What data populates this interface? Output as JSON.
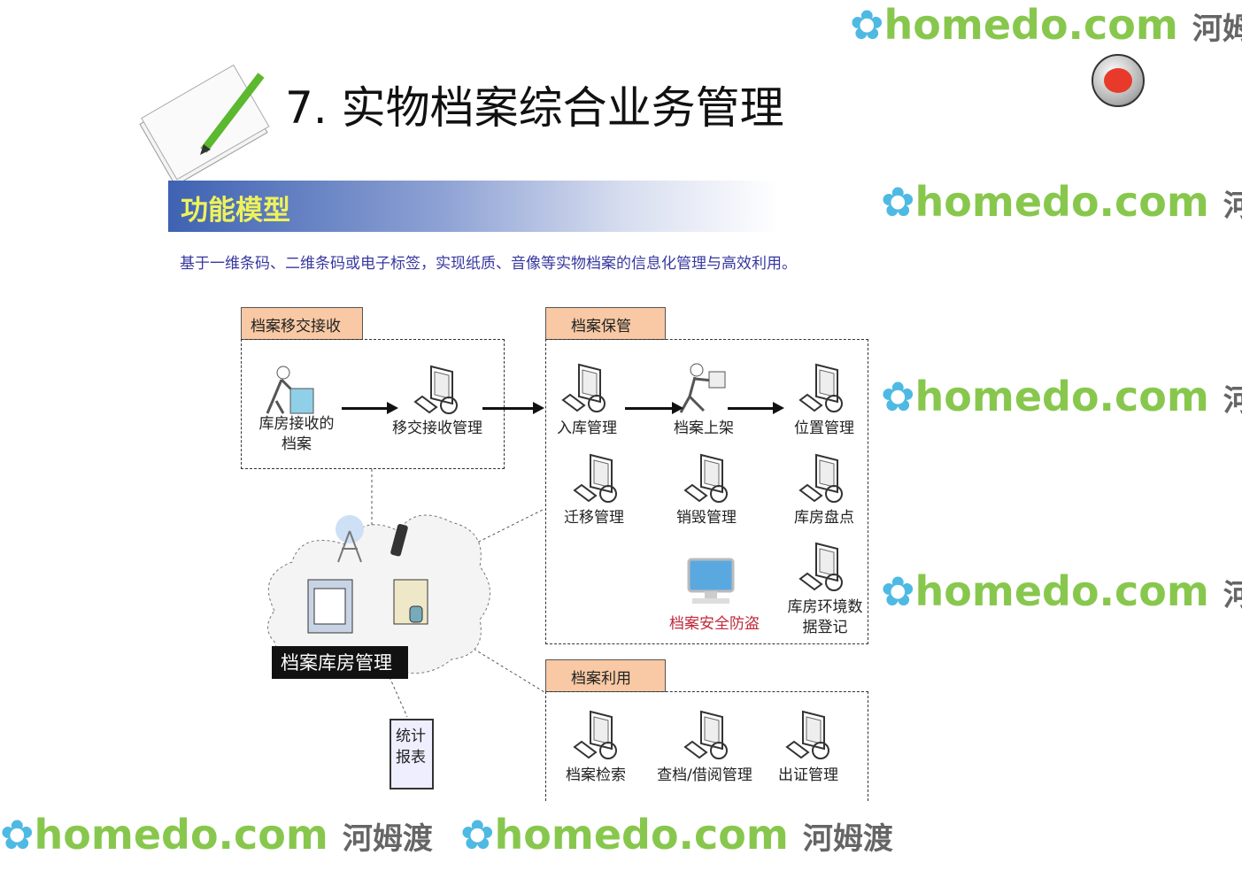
{
  "title": "7. 实物档案综合业务管理",
  "section_header": "功能模型",
  "subtitle": "基于一维条码、二维条码或电子标签，实现纸质、音像等实物档案的信息化管理与高效利用。",
  "watermark": {
    "site": "homedo.com",
    "cn": "河姆渡"
  },
  "groups": {
    "transfer": {
      "title": "档案移交接收",
      "items": [
        "库房接收的档案",
        "移交接收管理"
      ]
    },
    "storage": {
      "title": "档案保管",
      "items": [
        "入库管理",
        "档案上架",
        "位置管理",
        "迁移管理",
        "销毁管理",
        "库房盘点",
        "档案安全防盗",
        "库房环境数据登记"
      ]
    },
    "use": {
      "title": "档案利用",
      "items": [
        "档案检索",
        "查档/借阅管理",
        "出证管理"
      ]
    }
  },
  "warehouse_label": "档案库房管理",
  "report_label": "统计报表",
  "colors": {
    "tab": "#f8c9a4",
    "header_text": "#eef25a",
    "subtitle": "#3838a0",
    "security": "#c0283a"
  }
}
